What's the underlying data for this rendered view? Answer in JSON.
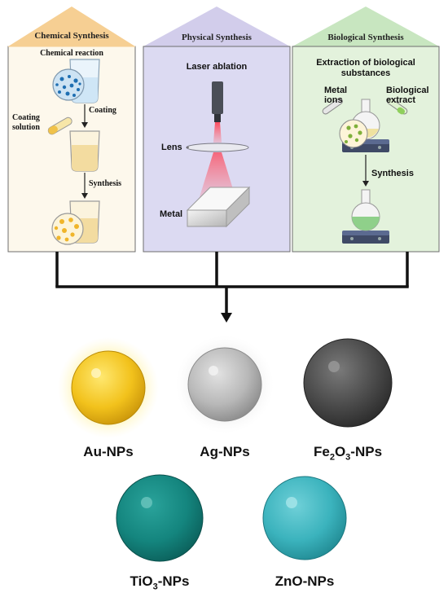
{
  "panels": {
    "chemical": {
      "title": "Chemical Synthesis",
      "step1": "Chemical reaction",
      "coating_solution_line1": "Coating",
      "coating_solution_line2": "solution",
      "coating": "Coating",
      "synthesis": "Synthesis"
    },
    "physical": {
      "title": "Physical Synthesis",
      "laser": "Laser ablation",
      "lens": "Lens",
      "metal": "Metal"
    },
    "biological": {
      "title": "Biological Synthesis",
      "extraction_line1": "Extraction of biological",
      "extraction_line2": "substances",
      "metal_ions_line1": "Metal",
      "metal_ions_line2": "ions",
      "bio_extract_line1": "Biological",
      "bio_extract_line2": "extract",
      "synthesis": "Synthesis"
    }
  },
  "nanoparticles": [
    {
      "id": "au",
      "name": "Au-NPs",
      "color": "#f2c21c"
    },
    {
      "id": "ag",
      "name": "Ag-NPs",
      "color": "#b8b8b8"
    },
    {
      "id": "fe2o3",
      "prefix": "Fe",
      "sub1": "2",
      "mid": "O",
      "sub2": "3",
      "suffix": "-NPs",
      "color": "#4a4a4a"
    },
    {
      "id": "tio3",
      "prefix": "TiO",
      "sub1": "3",
      "suffix": "-NPs",
      "color": "#14857e"
    },
    {
      "id": "zno",
      "name": "ZnO-NPs",
      "color": "#3bb3bd"
    }
  ],
  "colors": {
    "chemical_header": "#f6cf93",
    "chemical_bg": "#fdf8ec",
    "physical_header": "#d2cdeb",
    "physical_bg": "#dcdaf2",
    "biological_header": "#c8e6c0",
    "biological_bg": "#e3f2dc"
  }
}
